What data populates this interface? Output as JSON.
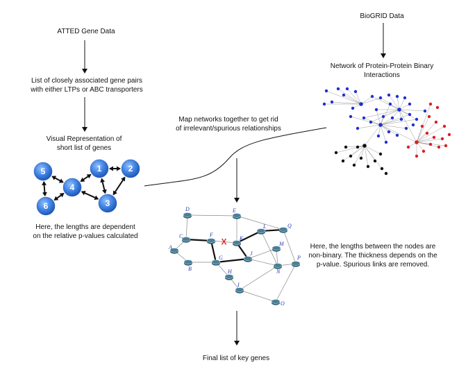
{
  "labels": {
    "atted": "ATTED Gene Data",
    "biogrid": "BioGRID Data",
    "gene_pairs_1": "List of closely associated gene pairs",
    "gene_pairs_2": "with either LTPs or ABC transporters",
    "ppi_1": "Network of Protein-Protein Binary",
    "ppi_2": "Interactions",
    "map_1": "Map networks together to get rid",
    "map_2": "of irrelevant/spurious relationships",
    "visual_1": "Visual Representation of",
    "visual_2": "short list of genes",
    "lengths_1": "Here, the lengths are dependent",
    "lengths_2": "on the relative p-values calculated",
    "nonbinary_1": "Here, the lengths between the nodes are",
    "nonbinary_2": "non-binary. The thickness depends on the",
    "nonbinary_3": "p-value. Spurious links are removed.",
    "final": "Final list of key genes"
  },
  "small_network": {
    "nodes": [
      "1",
      "2",
      "3",
      "4",
      "5",
      "6"
    ],
    "edges": [
      [
        "1",
        "2"
      ],
      [
        "1",
        "4"
      ],
      [
        "1",
        "3"
      ],
      [
        "2",
        "3"
      ],
      [
        "4",
        "5"
      ],
      [
        "4",
        "6"
      ],
      [
        "4",
        "3"
      ],
      [
        "5",
        "6"
      ]
    ]
  },
  "router_network": {
    "nodes": [
      "A",
      "B",
      "C",
      "D",
      "E",
      "F",
      "G",
      "H",
      "I",
      "J",
      "K",
      "L",
      "M",
      "N",
      "O",
      "P",
      "Q"
    ],
    "thick_edges": [
      [
        "C",
        "F"
      ],
      [
        "F",
        "G"
      ],
      [
        "G",
        "J"
      ],
      [
        "J",
        "K"
      ],
      [
        "K",
        "L"
      ],
      [
        "L",
        "Q"
      ]
    ],
    "thin_edges": [
      [
        "A",
        "C"
      ],
      [
        "A",
        "B"
      ],
      [
        "C",
        "D"
      ],
      [
        "D",
        "E"
      ],
      [
        "E",
        "Q"
      ],
      [
        "E",
        "K"
      ],
      [
        "G",
        "B"
      ],
      [
        "G",
        "H"
      ],
      [
        "H",
        "I"
      ],
      [
        "I",
        "N"
      ],
      [
        "I",
        "O"
      ],
      [
        "J",
        "M"
      ],
      [
        "M",
        "N"
      ],
      [
        "L",
        "N"
      ],
      [
        "N",
        "P"
      ],
      [
        "P",
        "O"
      ],
      [
        "P",
        "Q"
      ],
      [
        "J",
        "N"
      ],
      [
        "F",
        "K"
      ]
    ],
    "removed_edge": [
      "F",
      "K"
    ],
    "removed_mark": "X"
  },
  "colors": {
    "node_blue": "#2f6fd6",
    "ppi_blue": "#1f2fd0",
    "ppi_red": "#d82020",
    "ppi_black": "#111111",
    "router": "#4a7f96",
    "removed": "#e03030"
  }
}
